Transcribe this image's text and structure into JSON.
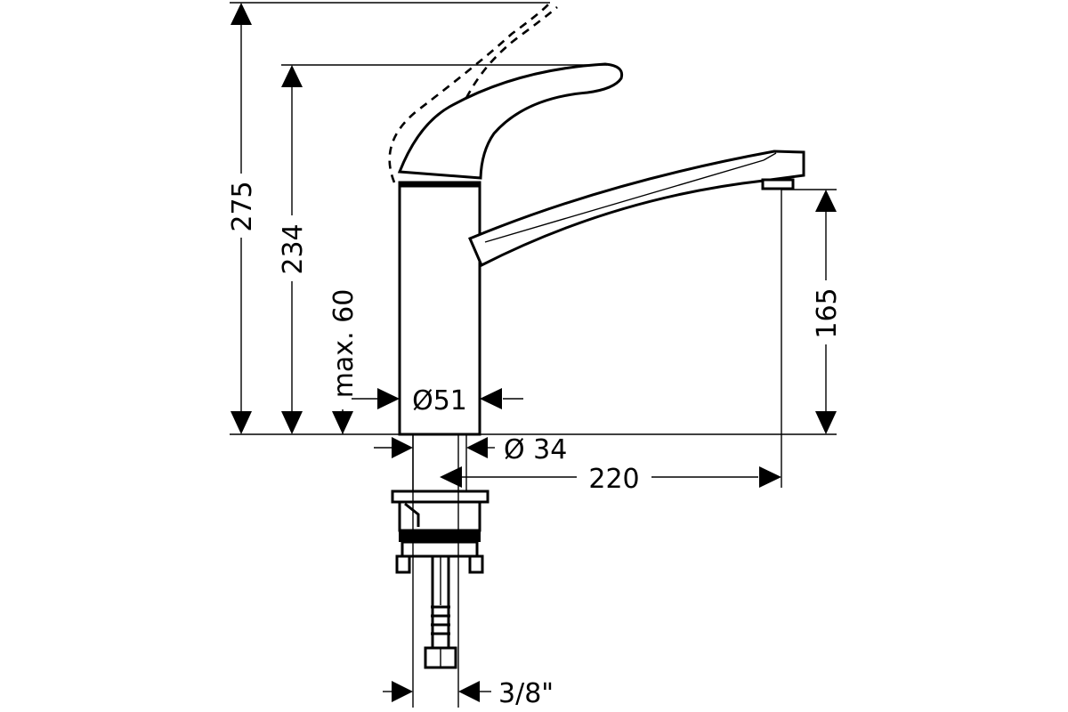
{
  "dimensions": {
    "overall_height": "275",
    "lever_height": "234",
    "max_thickness": "max. 60",
    "body_diameter": "Ø51",
    "shank_diameter": "Ø 34",
    "spout_reach": "220",
    "spout_height": "165",
    "connection_size": "3/8\""
  }
}
